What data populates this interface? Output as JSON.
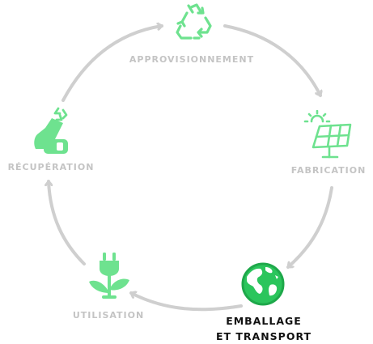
{
  "colors": {
    "accent": "#6ee28f",
    "arrow": "#cfcfcf",
    "label": "#c4c4c4",
    "active_label": "#111111",
    "globe_ocean": "#2bc55c",
    "globe_land": "#ffffff"
  },
  "steps": [
    {
      "id": "approvisionnement",
      "label": "APPROVISIONNEMENT",
      "icon": "recycle-icon",
      "active": false
    },
    {
      "id": "fabrication",
      "label": "FABRICATION",
      "icon": "solar-panel-icon",
      "active": false
    },
    {
      "id": "emballage",
      "label_lines": [
        "EMBALLAGE",
        "ET TRANSPORT"
      ],
      "icon": "globe-icon",
      "active": true
    },
    {
      "id": "utilisation",
      "label": "UTILISATION",
      "icon": "plug-sprout-icon",
      "active": false
    },
    {
      "id": "recuperation",
      "label": "RÉCUPÉRATION",
      "icon": "hand-recycle-icon",
      "active": false
    }
  ]
}
